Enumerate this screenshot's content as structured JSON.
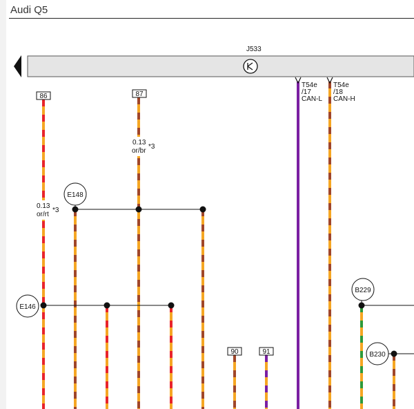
{
  "header": {
    "title": "Audi Q5"
  },
  "control_unit": {
    "label": "J533",
    "symbol": "gateway-icon"
  },
  "pins": {
    "p86": "86",
    "p87": "87",
    "p90": "90",
    "p91": "91"
  },
  "connectors": {
    "can_l": {
      "line1": "T54e",
      "line2": "/17",
      "line3": "CAN-L"
    },
    "can_h": {
      "line1": "T54e",
      "line2": "/18",
      "line3": "CAN-H"
    }
  },
  "wire_labels": {
    "w86": {
      "size": "0.13",
      "color": "or/rt",
      "note": "*3"
    },
    "w87": {
      "size": "0.13",
      "color": "or/br",
      "note": "*3"
    }
  },
  "nodes": {
    "e146": "E146",
    "e148": "E148",
    "b229": "B229",
    "b230": "B230"
  },
  "colors": {
    "orange": "#f5a623",
    "red": "#e8242c",
    "brown": "#a0462a",
    "purple": "#7b1fa2",
    "green": "#2e9a3a",
    "bus_gray": "#e5e5e5"
  }
}
